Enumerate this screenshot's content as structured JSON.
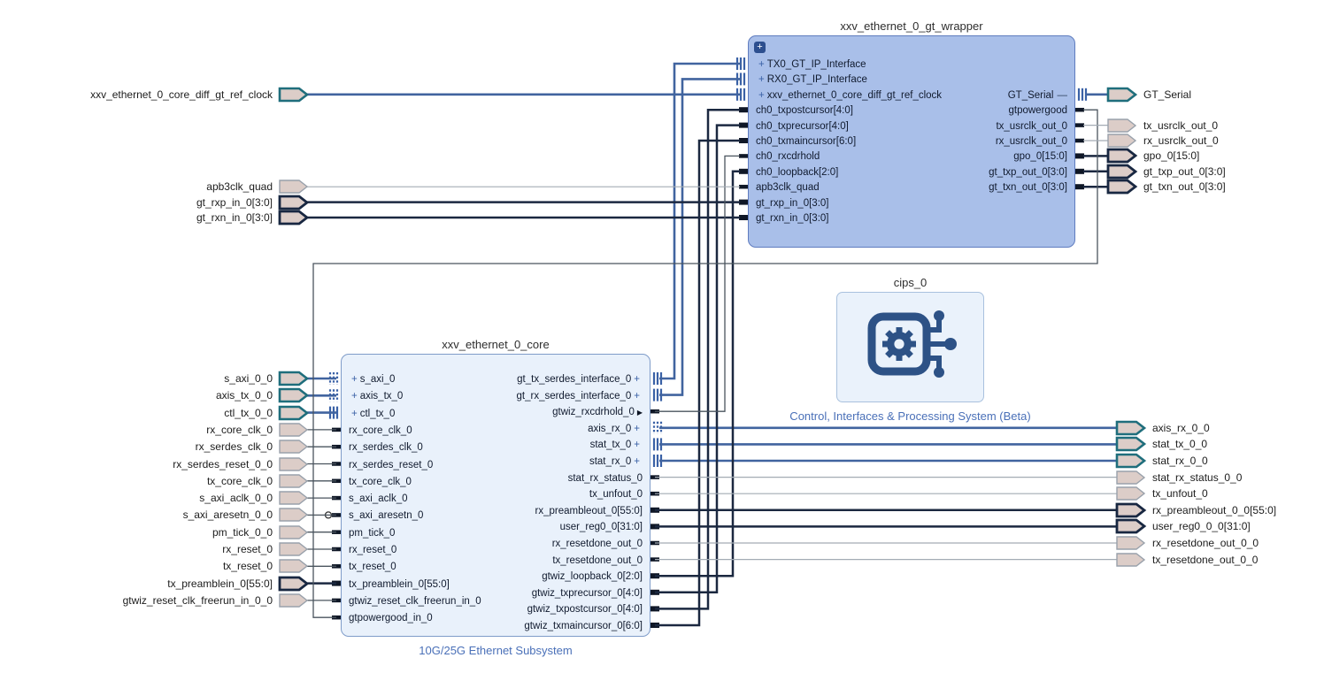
{
  "colors": {
    "wire_interface": "#41649f",
    "wire_bus": "#1b2840",
    "wire_scalar": "#4a545e",
    "wire_clock": "#a3abb4",
    "pin_stub": "#0f1726",
    "pin_bars": "#3a61a6",
    "port_fill": "#dccdc8",
    "port_interface_border": "#1f6e7c",
    "port_bus_border": "#182741",
    "port_scalar_border": "#99a1ab",
    "block_dark_fill": "#a9bfe9",
    "block_light_fill": "#e9f1fb",
    "caption_text": "#4a70b8",
    "cips_icon": "#2d5286"
  },
  "blocks": [
    {
      "name": "xxv_ethernet_0_gt_wrapper",
      "caption": "",
      "expand": "+",
      "left_pins": [
        {
          "label": "TX0_GT_IP_Interface",
          "kind": "iface"
        },
        {
          "label": "RX0_GT_IP_Interface",
          "kind": "iface"
        },
        {
          "label": "xxv_ethernet_0_core_diff_gt_ref_clock",
          "kind": "iface"
        },
        {
          "label": "ch0_txpostcursor[4:0]",
          "kind": "bus"
        },
        {
          "label": "ch0_txprecursor[4:0]",
          "kind": "bus"
        },
        {
          "label": "ch0_txmaincursor[6:0]",
          "kind": "bus"
        },
        {
          "label": "ch0_rxcdrhold",
          "kind": "scalar"
        },
        {
          "label": "ch0_loopback[2:0]",
          "kind": "bus"
        },
        {
          "label": "apb3clk_quad",
          "kind": "scalar"
        },
        {
          "label": "gt_rxp_in_0[3:0]",
          "kind": "bus"
        },
        {
          "label": "gt_rxn_in_0[3:0]",
          "kind": "bus"
        }
      ],
      "right_pins": [
        {
          "label": "GT_Serial",
          "kind": "iface",
          "suffix": "—"
        },
        {
          "label": "gtpowergood",
          "kind": "scalar"
        },
        {
          "label": "tx_usrclk_out_0",
          "kind": "scalar"
        },
        {
          "label": "rx_usrclk_out_0",
          "kind": "scalar"
        },
        {
          "label": "gpo_0[15:0]",
          "kind": "bus"
        },
        {
          "label": "gt_txp_out_0[3:0]",
          "kind": "bus"
        },
        {
          "label": "gt_txn_out_0[3:0]",
          "kind": "bus"
        }
      ]
    },
    {
      "name": "xxv_ethernet_0_core",
      "caption": "10G/25G Ethernet Subsystem",
      "left_pins": [
        {
          "label": "s_axi_0",
          "kind": "iface-d"
        },
        {
          "label": "axis_tx_0",
          "kind": "iface-d"
        },
        {
          "label": "ctl_tx_0",
          "kind": "iface"
        },
        {
          "label": "rx_core_clk_0",
          "kind": "scalar"
        },
        {
          "label": "rx_serdes_clk_0",
          "kind": "scalar"
        },
        {
          "label": "rx_serdes_reset_0",
          "kind": "scalar"
        },
        {
          "label": "tx_core_clk_0",
          "kind": "scalar"
        },
        {
          "label": "s_axi_aclk_0",
          "kind": "scalar"
        },
        {
          "label": "s_axi_aresetn_0",
          "kind": "scalar-low"
        },
        {
          "label": "pm_tick_0",
          "kind": "scalar"
        },
        {
          "label": "rx_reset_0",
          "kind": "scalar"
        },
        {
          "label": "tx_reset_0",
          "kind": "scalar"
        },
        {
          "label": "tx_preamblein_0[55:0]",
          "kind": "bus"
        },
        {
          "label": "gtwiz_reset_clk_freerun_in_0",
          "kind": "scalar"
        },
        {
          "label": "gtpowergood_in_0",
          "kind": "scalar"
        }
      ],
      "right_pins": [
        {
          "label": "gt_tx_serdes_interface_0",
          "kind": "iface"
        },
        {
          "label": "gt_rx_serdes_interface_0",
          "kind": "iface"
        },
        {
          "label": "gtwiz_rxcdrhold_0",
          "kind": "scalar",
          "suffix": "▶"
        },
        {
          "label": "axis_rx_0",
          "kind": "iface-d"
        },
        {
          "label": "stat_tx_0",
          "kind": "iface"
        },
        {
          "label": "stat_rx_0",
          "kind": "iface"
        },
        {
          "label": "stat_rx_status_0",
          "kind": "scalar"
        },
        {
          "label": "tx_unfout_0",
          "kind": "scalar"
        },
        {
          "label": "rx_preambleout_0[55:0]",
          "kind": "bus"
        },
        {
          "label": "user_reg0_0[31:0]",
          "kind": "bus"
        },
        {
          "label": "rx_resetdone_out_0",
          "kind": "scalar"
        },
        {
          "label": "tx_resetdone_out_0",
          "kind": "scalar"
        },
        {
          "label": "gtwiz_loopback_0[2:0]",
          "kind": "bus"
        },
        {
          "label": "gtwiz_txprecursor_0[4:0]",
          "kind": "bus"
        },
        {
          "label": "gtwiz_txpostcursor_0[4:0]",
          "kind": "bus"
        },
        {
          "label": "gtwiz_txmaincursor_0[6:0]",
          "kind": "bus"
        }
      ]
    },
    {
      "name": "cips_0",
      "caption": "Control, Interfaces & Processing System (Beta)",
      "icon": "processing-system-gear"
    }
  ],
  "external_ports": {
    "left_top": [
      {
        "label": "xxv_ethernet_0_core_diff_gt_ref_clock",
        "kind": "iface"
      },
      {
        "label": "apb3clk_quad",
        "kind": "scalar"
      },
      {
        "label": "gt_rxp_in_0[3:0]",
        "kind": "bus"
      },
      {
        "label": "gt_rxn_in_0[3:0]",
        "kind": "bus"
      }
    ],
    "left_bottom": [
      {
        "label": "s_axi_0_0",
        "kind": "iface"
      },
      {
        "label": "axis_tx_0_0",
        "kind": "iface"
      },
      {
        "label": "ctl_tx_0_0",
        "kind": "iface"
      },
      {
        "label": "rx_core_clk_0",
        "kind": "scalar"
      },
      {
        "label": "rx_serdes_clk_0",
        "kind": "scalar"
      },
      {
        "label": "rx_serdes_reset_0_0",
        "kind": "scalar"
      },
      {
        "label": "tx_core_clk_0",
        "kind": "scalar"
      },
      {
        "label": "s_axi_aclk_0_0",
        "kind": "scalar"
      },
      {
        "label": "s_axi_aresetn_0_0",
        "kind": "scalar"
      },
      {
        "label": "pm_tick_0_0",
        "kind": "scalar"
      },
      {
        "label": "rx_reset_0",
        "kind": "scalar"
      },
      {
        "label": "tx_reset_0",
        "kind": "scalar"
      },
      {
        "label": "tx_preamblein_0[55:0]",
        "kind": "bus"
      },
      {
        "label": "gtwiz_reset_clk_freerun_in_0_0",
        "kind": "scalar"
      }
    ],
    "right_top": [
      {
        "label": "GT_Serial",
        "kind": "iface"
      },
      {
        "label": "tx_usrclk_out_0",
        "kind": "scalar"
      },
      {
        "label": "rx_usrclk_out_0",
        "kind": "scalar"
      },
      {
        "label": "gpo_0[15:0]",
        "kind": "bus"
      },
      {
        "label": "gt_txp_out_0[3:0]",
        "kind": "bus"
      },
      {
        "label": "gt_txn_out_0[3:0]",
        "kind": "bus"
      }
    ],
    "right_bottom": [
      {
        "label": "axis_rx_0_0",
        "kind": "iface"
      },
      {
        "label": "stat_tx_0_0",
        "kind": "iface"
      },
      {
        "label": "stat_rx_0_0",
        "kind": "iface"
      },
      {
        "label": "stat_rx_status_0_0",
        "kind": "scalar"
      },
      {
        "label": "tx_unfout_0",
        "kind": "scalar"
      },
      {
        "label": "rx_preambleout_0_0[55:0]",
        "kind": "bus"
      },
      {
        "label": "user_reg0_0_0[31:0]",
        "kind": "bus"
      },
      {
        "label": "rx_resetdone_out_0_0",
        "kind": "scalar"
      },
      {
        "label": "tx_resetdone_out_0_0",
        "kind": "scalar"
      }
    ]
  }
}
